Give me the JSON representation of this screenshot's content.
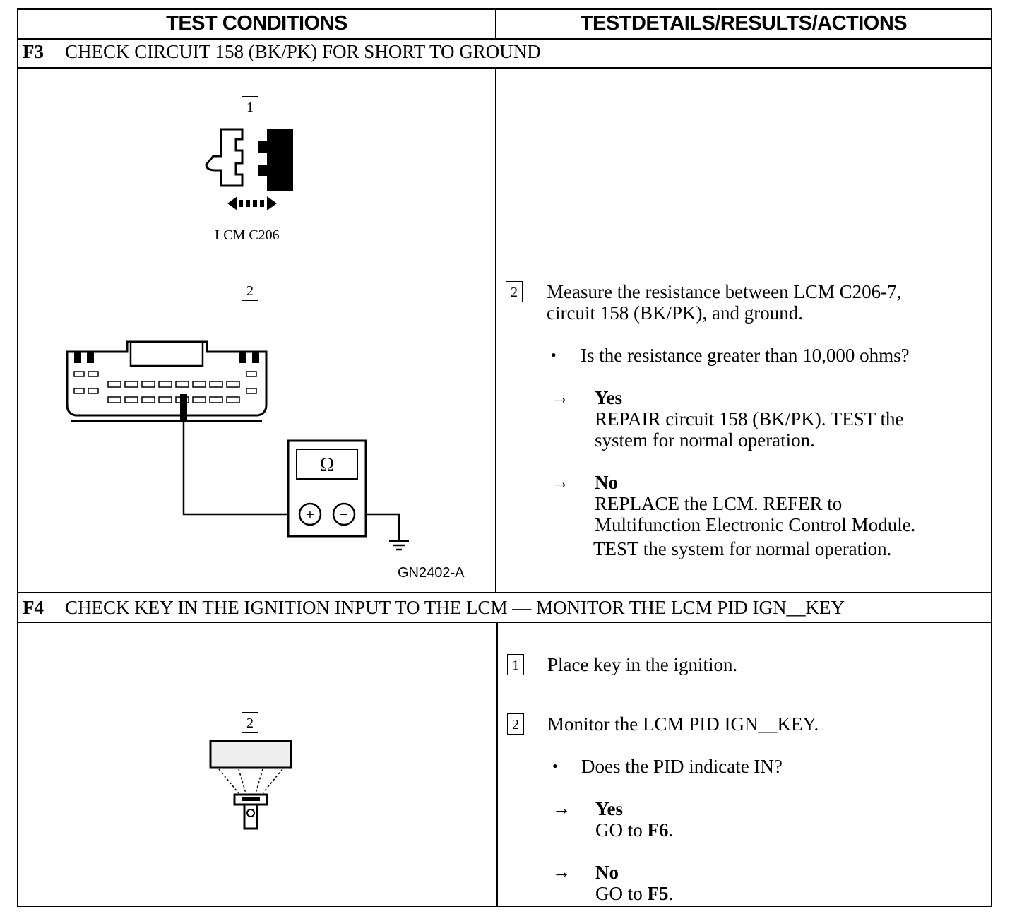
{
  "header": {
    "left": "TEST CONDITIONS",
    "right": "TESTDETAILS/RESULTS/ACTIONS"
  },
  "f3": {
    "id": "F3",
    "title": "CHECK CIRCUIT 158 (BK/PK) FOR SHORT TO GROUND",
    "fig1": {
      "step": "1",
      "caption": "LCM C206"
    },
    "fig2": {
      "step": "2",
      "caption": "GN2402-A",
      "meter_symbol": "Ω",
      "plus": "+",
      "minus": "−"
    },
    "details": {
      "step": "2",
      "instruction_line1": "Measure the resistance between LCM C206-7,",
      "instruction_line2": "circuit 158 (BK/PK), and ground.",
      "question": "Is the resistance greater than 10,000 ohms?",
      "yes_label": "Yes",
      "yes_line1": "REPAIR circuit 158 (BK/PK). TEST the",
      "yes_line2": "system for normal operation.",
      "no_label": "No",
      "no_line1": "REPLACE the LCM. REFER to",
      "no_line2": "Multifunction Electronic Control Module.",
      "no_line3": "TEST the system for normal operation."
    }
  },
  "f4": {
    "id": "F4",
    "title": "CHECK KEY IN THE IGNITION INPUT TO THE LCM — MONITOR THE LCM PID IGN__KEY",
    "fig": {
      "step": "2"
    },
    "details": {
      "step1": "1",
      "step1_text": "Place key in the ignition.",
      "step2": "2",
      "step2_text": "Monitor the LCM PID IGN__KEY.",
      "question": "Does the PID indicate IN?",
      "yes_label": "Yes",
      "yes_prefix": "GO to ",
      "yes_target": "F6",
      "no_label": "No",
      "no_prefix": "GO to ",
      "no_target": "F5",
      "period": "."
    }
  },
  "symbols": {
    "bullet": "•",
    "arrow": "→"
  }
}
